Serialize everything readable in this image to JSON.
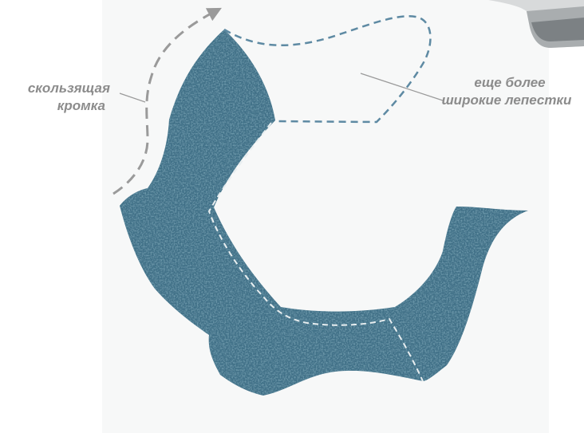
{
  "labels": {
    "sliding_edge_line1": "скользящая",
    "sliding_edge_line2": "кромка",
    "wider_petals_line1": "еще более",
    "wider_petals_line2": "широкие лепестки"
  },
  "colors": {
    "pad_fill": "#3f6f87",
    "pad_texture": "#274f63",
    "pad_highlight": "#7fa6b7",
    "dashed_outline": "#5e8aa3",
    "inner_dash": "#e8eef0",
    "arrow": "#9a9a9a",
    "label_text": "#8c8c8c"
  }
}
